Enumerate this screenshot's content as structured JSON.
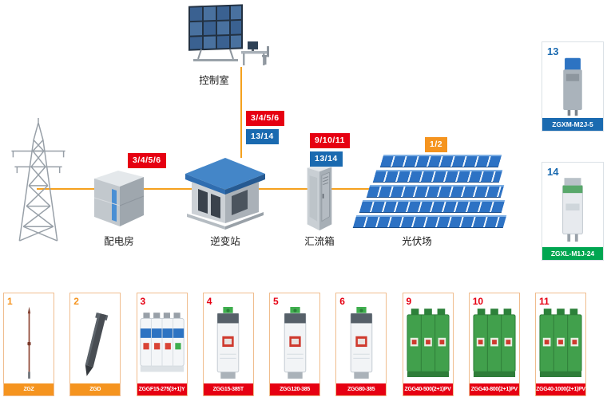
{
  "palette": {
    "badge_red": "#e60012",
    "badge_blue": "#1a6ab0",
    "badge_orange": "#f5941f",
    "bar_green": "#00a651",
    "connector_orange": "#f5a11e",
    "panel_blue": "#2d72c4",
    "roof_blue": "#4486c8"
  },
  "scene": {
    "control_room": {
      "label": "控制室"
    },
    "distribution_room": {
      "label": "配电房",
      "badges": [
        {
          "text": "3/4/5/6",
          "color": "#e60012"
        }
      ]
    },
    "inverter_station": {
      "label": "逆变站",
      "badges": [
        {
          "text": "3/4/5/6",
          "color": "#e60012"
        },
        {
          "text": "13/14",
          "color": "#1a6ab0"
        }
      ]
    },
    "combiner_box": {
      "label": "汇流箱",
      "badges": [
        {
          "text": "9/10/11",
          "color": "#e60012"
        },
        {
          "text": "13/14",
          "color": "#1a6ab0"
        }
      ]
    },
    "pv_field": {
      "label": "光伏场",
      "badges": [
        {
          "text": "1/2",
          "color": "#f5941f"
        }
      ]
    }
  },
  "side_products": [
    {
      "number": "13",
      "model": "ZGXM-M2J-5"
    },
    {
      "number": "14",
      "model": "ZGXL-M1J-24"
    }
  ],
  "bottom_products": [
    {
      "number": "1",
      "model": "ZGZ"
    },
    {
      "number": "2",
      "model": "ZGD"
    },
    {
      "number": "3",
      "model": "ZGGF15-275(3+1)Y"
    },
    {
      "number": "4",
      "model": "ZGG15-385T"
    },
    {
      "number": "5",
      "model": "ZGG120-385"
    },
    {
      "number": "6",
      "model": "ZGG80-385"
    },
    {
      "number": "9",
      "model": "ZGG40-500(2+1)PV"
    },
    {
      "number": "10",
      "model": "ZGG40-800(2+1)PV"
    },
    {
      "number": "11",
      "model": "ZGG40-1000(2+1)PV"
    }
  ]
}
